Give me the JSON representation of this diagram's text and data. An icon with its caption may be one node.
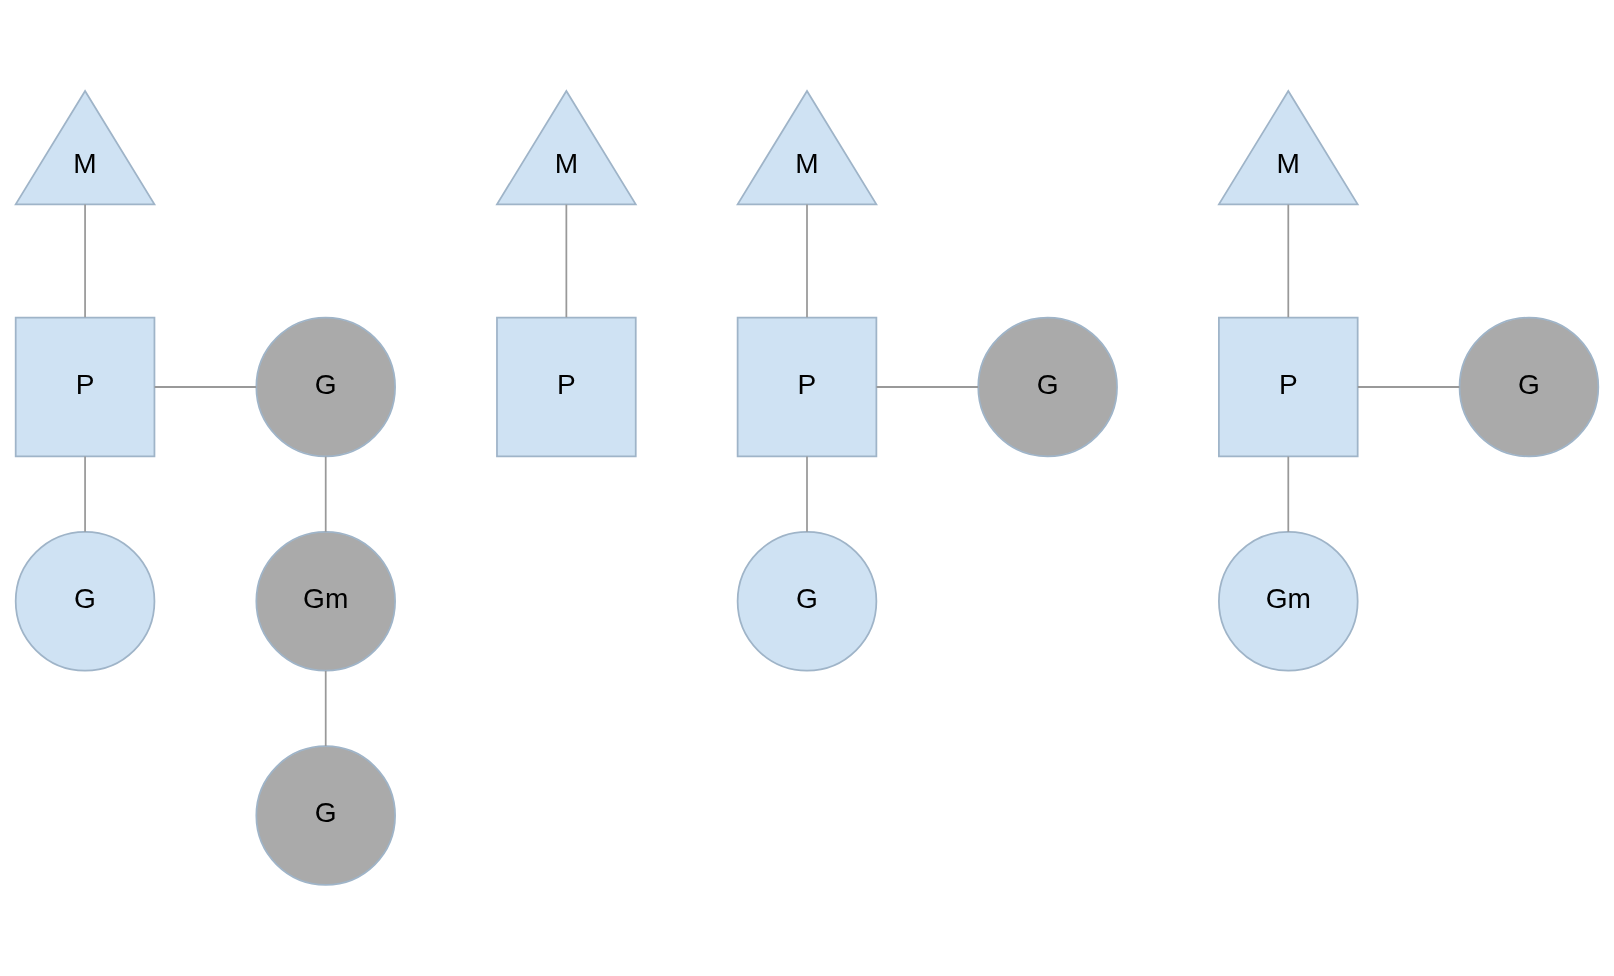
{
  "diagram": {
    "nodes": [
      {
        "text": [
          "M"
        ]
      },
      {
        "text": [
          "P"
        ]
      },
      {
        "text": [
          "G"
        ]
      },
      {
        "text": [
          "G"
        ]
      },
      {
        "text": [
          "Gm"
        ]
      },
      {
        "text": [
          "G"
        ]
      },
      {
        "text": [
          "M"
        ]
      },
      {
        "text": [
          "P"
        ]
      },
      {
        "text": [
          "M"
        ]
      },
      {
        "text": [
          "P"
        ]
      },
      {
        "text": [
          "G"
        ]
      },
      {
        "text": [
          "G"
        ]
      },
      {
        "text": [
          "M"
        ]
      },
      {
        "text": [
          "P"
        ]
      },
      {
        "text": [
          "G"
        ]
      },
      {
        "text": [
          "Gm"
        ]
      }
    ],
    "edges": [
      {
        "from": 0,
        "to": 1,
        "arrow": "none"
      },
      {
        "from": 1,
        "to": 2,
        "arrow": "none"
      },
      {
        "from": 1,
        "to": 3,
        "arrow": "none"
      },
      {
        "from": 2,
        "to": 4,
        "arrow": "none"
      },
      {
        "from": 4,
        "to": 5,
        "arrow": "none"
      },
      {
        "from": 6,
        "to": 7,
        "arrow": "none"
      },
      {
        "from": 8,
        "to": 9,
        "arrow": "none"
      },
      {
        "from": 9,
        "to": 10,
        "arrow": "none"
      },
      {
        "from": 9,
        "to": 11,
        "arrow": "none"
      },
      {
        "from": 12,
        "to": 13,
        "arrow": "none"
      },
      {
        "from": 13,
        "to": 14,
        "arrow": "none"
      },
      {
        "from": 13,
        "to": 15,
        "arrow": "none"
      }
    ]
  }
}
